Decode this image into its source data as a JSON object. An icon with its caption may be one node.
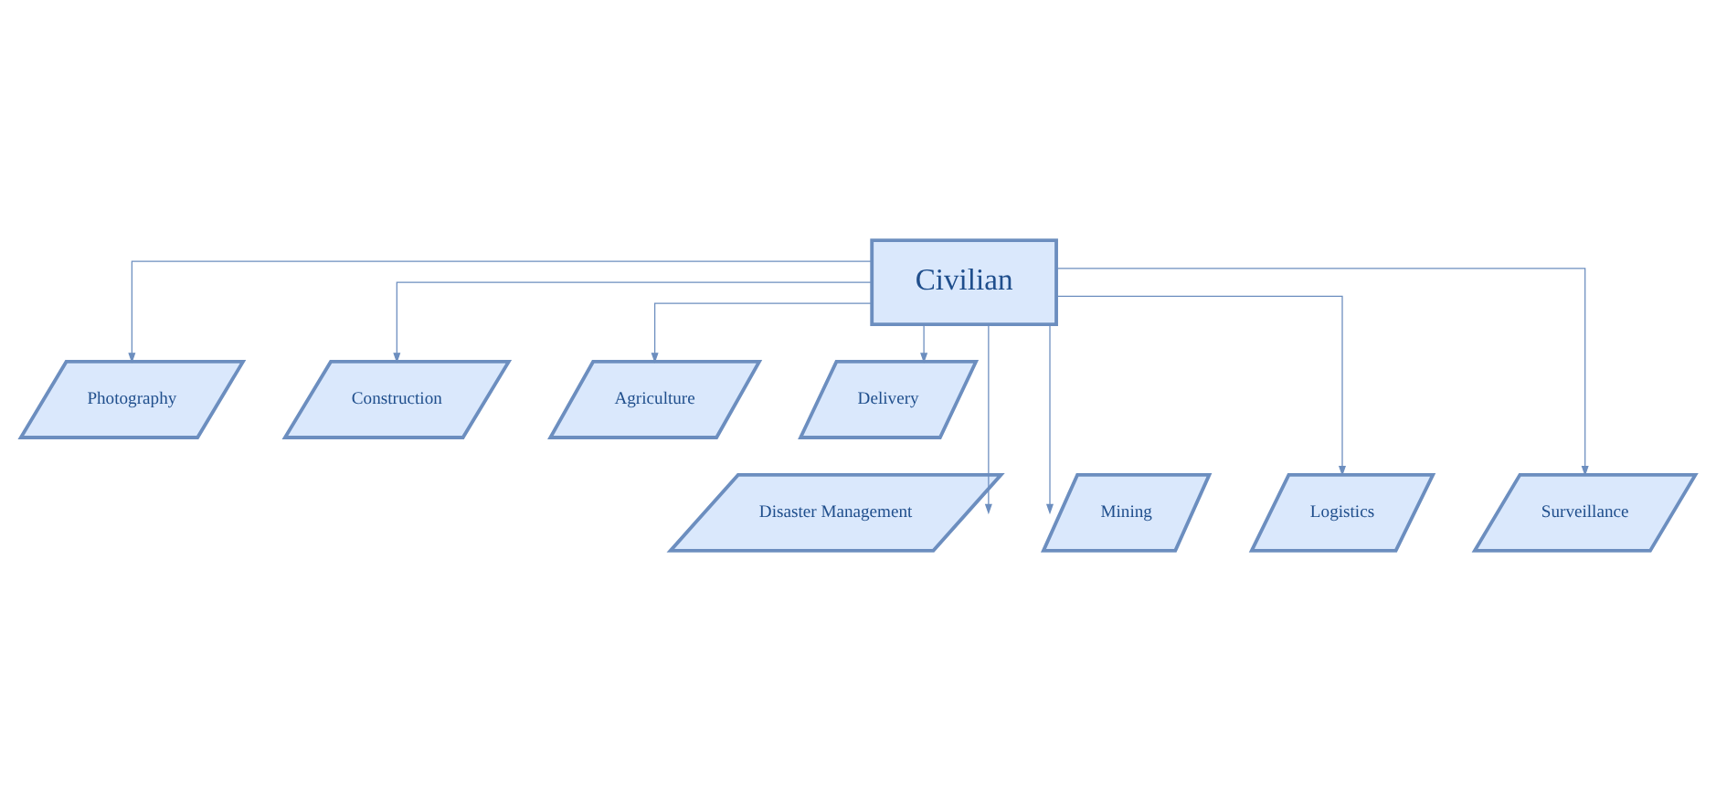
{
  "diagram": {
    "nodes": [
      {
        "text": [
          "Civilian"
        ]
      },
      {
        "text": [
          "Photography"
        ]
      },
      {
        "text": [
          "Construction"
        ]
      },
      {
        "text": [
          "Agriculture"
        ]
      },
      {
        "text": [
          "Delivery"
        ]
      },
      {
        "text": [
          "Disaster Management"
        ]
      },
      {
        "text": [
          "Mining"
        ]
      },
      {
        "text": [
          "Logistics"
        ]
      },
      {
        "text": [
          "Surveillance"
        ]
      }
    ],
    "edges": [
      {
        "from": 0,
        "to": 1,
        "arrow": "to"
      },
      {
        "from": 0,
        "to": 2,
        "arrow": "to"
      },
      {
        "from": 0,
        "to": 3,
        "arrow": "to"
      },
      {
        "from": 0,
        "to": 4,
        "arrow": "to"
      },
      {
        "from": 0,
        "to": 5,
        "arrow": "to"
      },
      {
        "from": 0,
        "to": 6,
        "arrow": "to"
      },
      {
        "from": 0,
        "to": 7,
        "arrow": "to"
      },
      {
        "from": 0,
        "to": 8,
        "arrow": "to"
      }
    ]
  }
}
